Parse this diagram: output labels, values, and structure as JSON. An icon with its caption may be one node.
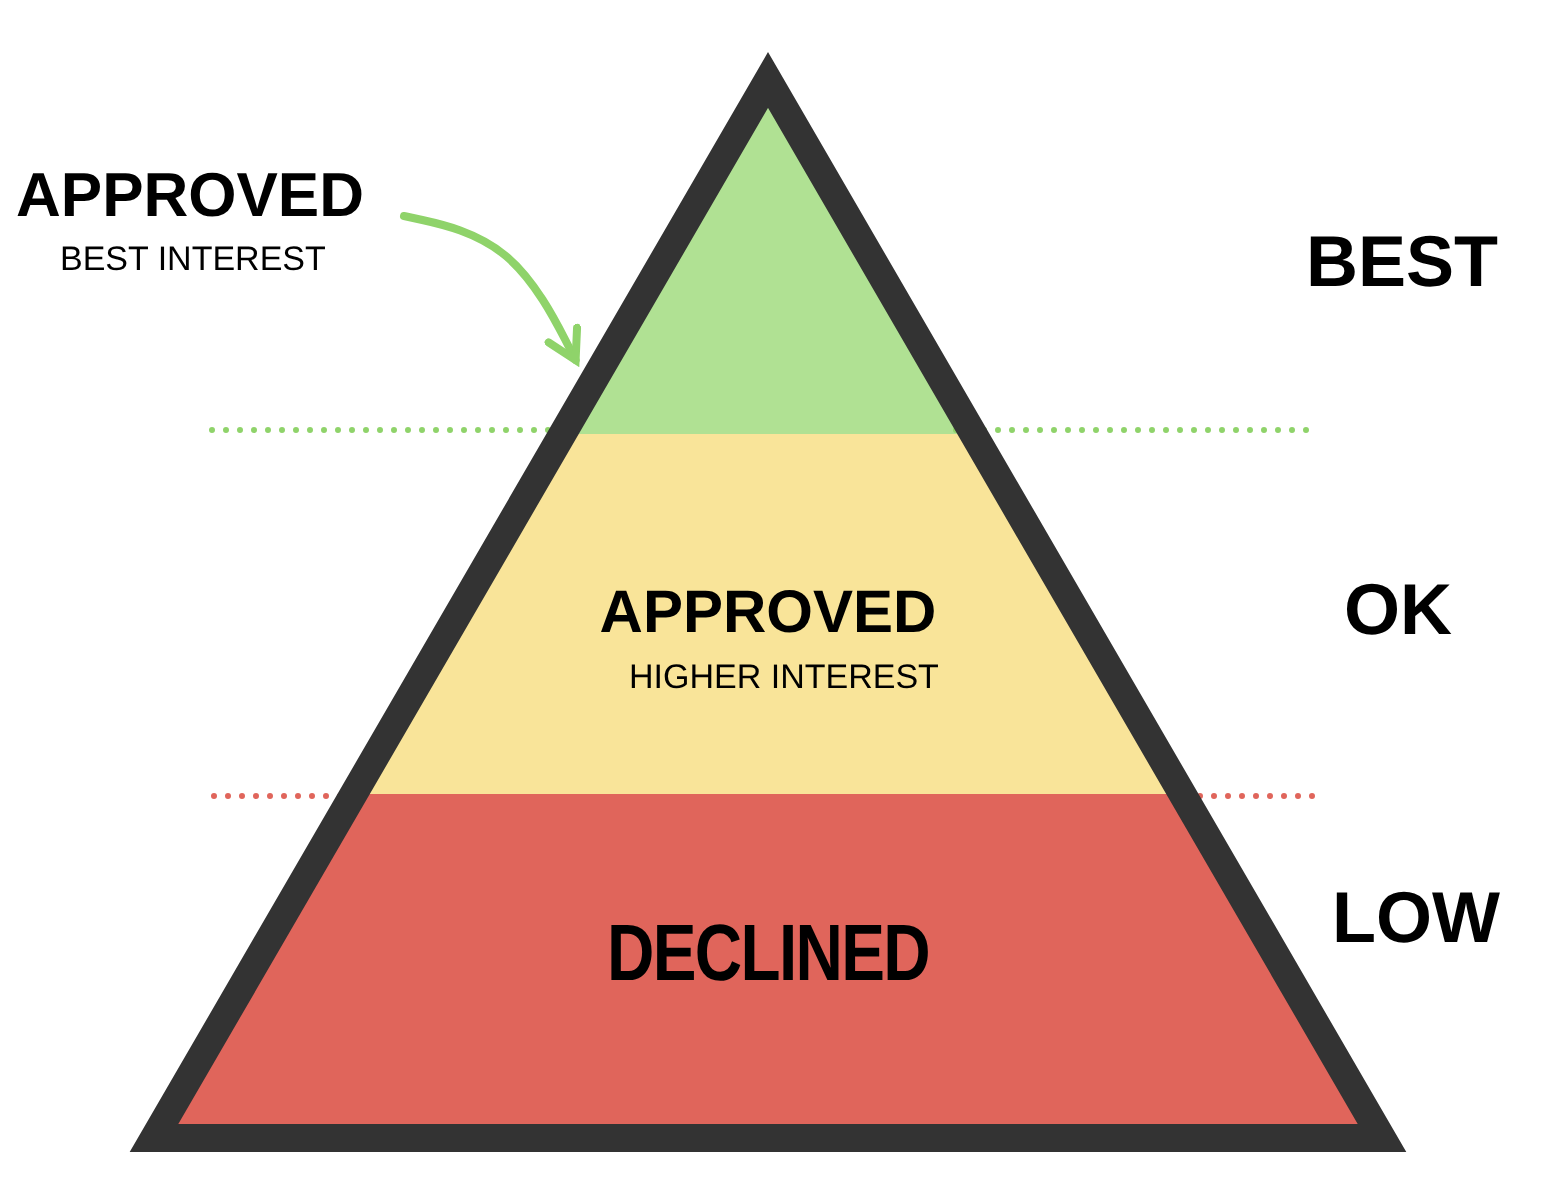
{
  "diagram": {
    "nodes": [
      {
        "text": [
          "APPROVED",
          "BEST INTEREST"
        ]
      },
      {
        "text": [],
        "shape": "triangle"
      },
      {
        "text": [
          "APPROVED",
          "HIGHER INTEREST"
        ]
      },
      {
        "text": [
          "DECLINED"
        ]
      }
    ],
    "edges": [
      {
        "from": 0,
        "to": 1,
        "arrow": "to"
      }
    ],
    "labels": [
      "BEST",
      "OK",
      "LOW"
    ]
  }
}
